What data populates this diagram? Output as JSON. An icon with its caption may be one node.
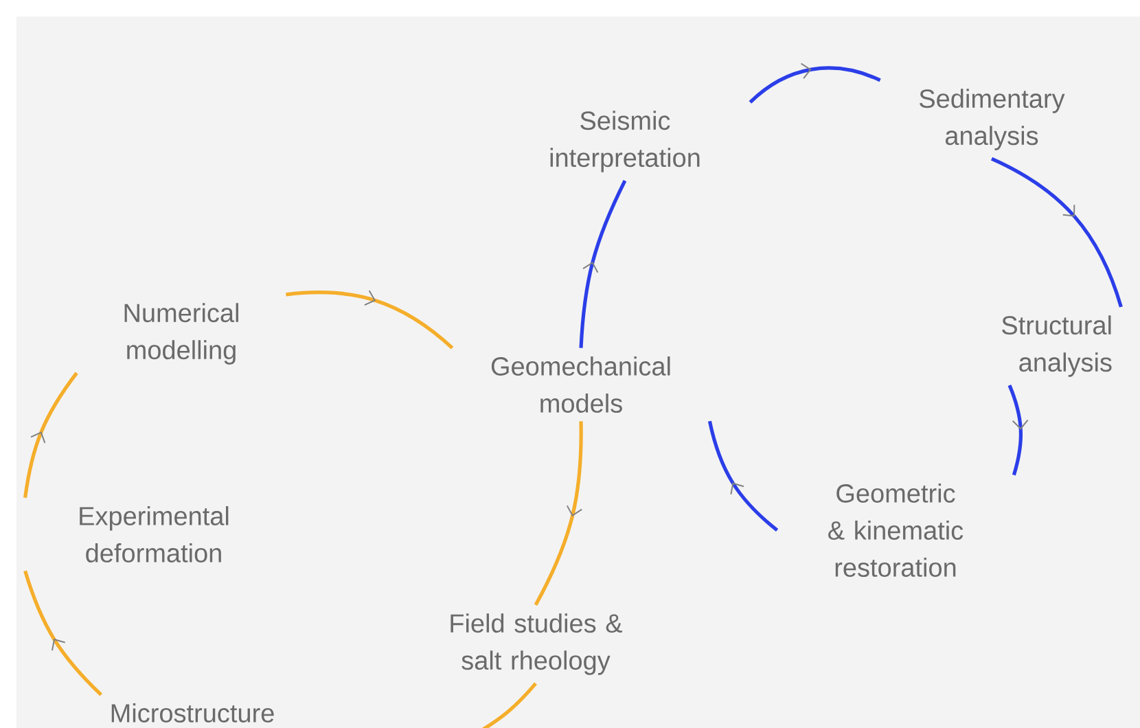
{
  "diagram": {
    "nodes": [
      {
        "text": [
          "Seismic interpretation"
        ]
      },
      {
        "text": [
          "Sedimentary analysis"
        ]
      },
      {
        "text": [
          "Structural analysis"
        ]
      },
      {
        "text": [
          "Geometric & kinematic restoration"
        ]
      },
      {
        "text": [
          "Geomechanical models"
        ]
      },
      {
        "text": [
          "Numerical modelling"
        ]
      },
      {
        "text": [
          "Experimental deformation"
        ]
      },
      {
        "text": [
          "Field studies & salt rheology"
        ]
      },
      {
        "text": [
          "Microstructure"
        ]
      }
    ],
    "edges": [
      {
        "from": 4,
        "to": 0,
        "arrow": "to"
      },
      {
        "from": 0,
        "to": 1,
        "arrow": "to"
      },
      {
        "from": 1,
        "to": 2,
        "arrow": "to"
      },
      {
        "from": 2,
        "to": 3,
        "arrow": "to"
      },
      {
        "from": 3,
        "to": 4,
        "arrow": "to"
      },
      {
        "from": 5,
        "to": 4,
        "arrow": "to",
        "color": "#f5ae2b"
      },
      {
        "from": 4,
        "to": 7,
        "arrow": "to",
        "color": "#f5ae2b"
      },
      {
        "from": 8,
        "to": 6,
        "arrow": "to",
        "color": "#f5ae2b"
      },
      {
        "from": 6,
        "to": 5,
        "arrow": "to",
        "color": "#f5ae2b"
      },
      {
        "from": 7,
        "to": null,
        "arrow": "none",
        "color": "#f5ae2b"
      }
    ]
  }
}
